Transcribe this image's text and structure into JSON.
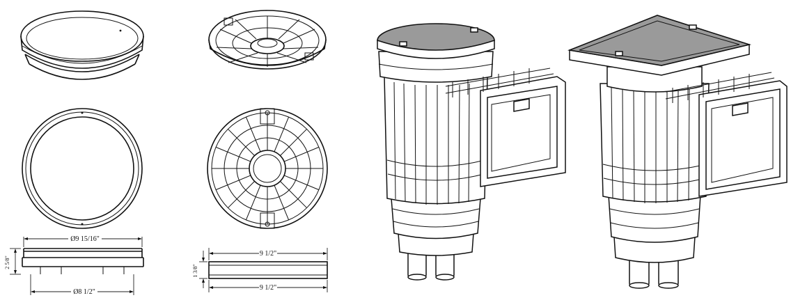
{
  "dimensions": {
    "ring_top_diameter": "Ø9 15/16\"",
    "ring_bottom_diameter": "Ø8 1/2\"",
    "ring_height": "2 5/8\"",
    "grate_top_width": "9 1/2\"",
    "grate_bottom_width": "9 1/2\"",
    "grate_height": "1 3/8\""
  },
  "colors": {
    "line": "#111111",
    "lid_fill": "#9a9a9a",
    "background": "#ffffff"
  }
}
